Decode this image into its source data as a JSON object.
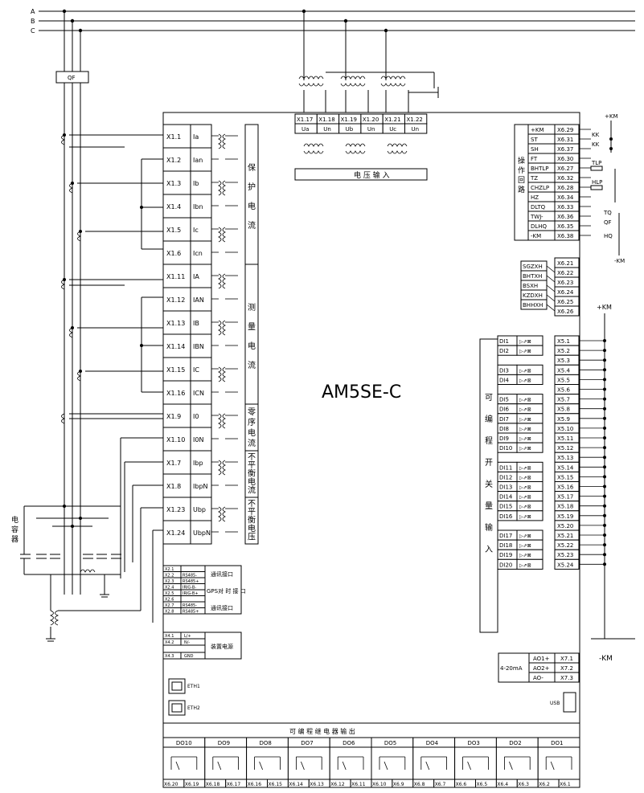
{
  "bus": [
    "A",
    "B",
    "C"
  ],
  "qf": "QF",
  "capacitor": "电容器",
  "device_model": "AM5SE-C",
  "current_terminals": [
    {
      "t": "X1.1",
      "s": "Ia"
    },
    {
      "t": "X1.2",
      "s": "Ian"
    },
    {
      "t": "X1.3",
      "s": "Ib"
    },
    {
      "t": "X1.4",
      "s": "Ibn"
    },
    {
      "t": "X1.5",
      "s": "Ic"
    },
    {
      "t": "X1.6",
      "s": "Icn"
    },
    {
      "t": "X1.11",
      "s": "IA"
    },
    {
      "t": "X1.12",
      "s": "IAN"
    },
    {
      "t": "X1.13",
      "s": "IB"
    },
    {
      "t": "X1.14",
      "s": "IBN"
    },
    {
      "t": "X1.15",
      "s": "IC"
    },
    {
      "t": "X1.16",
      "s": "ICN"
    },
    {
      "t": "X1.9",
      "s": "I0"
    },
    {
      "t": "X1.10",
      "s": "I0N"
    },
    {
      "t": "X1.7",
      "s": "Ibp"
    },
    {
      "t": "X1.8",
      "s": "IbpN"
    },
    {
      "t": "X1.23",
      "s": "Ubp"
    },
    {
      "t": "X1.24",
      "s": "UbpN"
    }
  ],
  "current_groups": [
    "保护电流",
    "测量电流",
    "零序电流",
    "不平衡电流",
    "不平衡电压"
  ],
  "voltage_terminals": [
    {
      "t": "X1.17",
      "s": "Ua"
    },
    {
      "t": "X1.18",
      "s": "Un"
    },
    {
      "t": "X1.19",
      "s": "Ub"
    },
    {
      "t": "X1.20",
      "s": "Un"
    },
    {
      "t": "X1.21",
      "s": "Uc"
    },
    {
      "t": "X1.22",
      "s": "Un"
    }
  ],
  "voltage_label": "电 压 输 入",
  "op_loop_label": "操作回路",
  "op_loop": [
    {
      "s": "+KM",
      "t": "X6.29"
    },
    {
      "s": "ST",
      "t": "X6.31"
    },
    {
      "s": "SH",
      "t": "X6.37"
    },
    {
      "s": "FT",
      "t": "X6.30"
    },
    {
      "s": "BHTLP",
      "t": "X6.27"
    },
    {
      "s": "TZ",
      "t": "X6.32"
    },
    {
      "s": "CHZLP",
      "t": "X6.28"
    },
    {
      "s": "HZ",
      "t": "X6.34"
    },
    {
      "s": "DLTQ",
      "t": "X6.33"
    },
    {
      "s": "TWJ-",
      "t": "X6.36"
    },
    {
      "s": "DLHQ",
      "t": "X6.35"
    },
    {
      "s": "-KM",
      "t": "X6.38"
    }
  ],
  "op_loop_parts": {
    "pos": "+KM",
    "neg": "-KM",
    "kk1": "KK",
    "kk2": "KK",
    "tlp": "TLP",
    "hlp": "HLP",
    "tq": "TQ",
    "qf": "QF",
    "hq": "HQ"
  },
  "signals": [
    {
      "s": "SGZXH",
      "t": "X6.22"
    },
    {
      "s": "BHTXH",
      "t": "X6.23"
    },
    {
      "s": "BSXH",
      "t": "X6.24"
    },
    {
      "s": "KZDXH",
      "t": "X6.25"
    },
    {
      "s": "BHHXH",
      "t": "X6.26"
    }
  ],
  "signals_top_terminal": "X6.21",
  "di_group": "可编程开关量输入",
  "di_items": [
    {
      "n": "DI1",
      "t": "X5.1"
    },
    {
      "n": "DI2",
      "t": "X5.2"
    },
    {
      "n": "DI3",
      "t": "X5.4"
    },
    {
      "n": "DI4",
      "t": "X5.5"
    },
    {
      "n": "DI5",
      "t": "X5.7"
    },
    {
      "n": "DI6",
      "t": "X5.8"
    },
    {
      "n": "DI7",
      "t": "X5.9"
    },
    {
      "n": "DI8",
      "t": "X5.10"
    },
    {
      "n": "DI9",
      "t": "X5.11"
    },
    {
      "n": "DI10",
      "t": "X5.12"
    },
    {
      "n": "DI11",
      "t": "X5.14"
    },
    {
      "n": "DI12",
      "t": "X5.15"
    },
    {
      "n": "DI13",
      "t": "X5.16"
    },
    {
      "n": "DI14",
      "t": "X5.17"
    },
    {
      "n": "DI15",
      "t": "X5.18"
    },
    {
      "n": "DI16",
      "t": "X5.19"
    },
    {
      "n": "DI17",
      "t": "X5.21"
    },
    {
      "n": "DI18",
      "t": "X5.22"
    },
    {
      "n": "DI19",
      "t": "X5.23"
    },
    {
      "n": "DI20",
      "t": "X5.24"
    }
  ],
  "di_commons": [
    "X5.3",
    "X5.6",
    "X5.13",
    "X5.20"
  ],
  "di_plus_km": "+KM",
  "di_minus_km": "-KM",
  "comm": [
    {
      "t": "X2.1",
      "s": ""
    },
    {
      "t": "X2.2",
      "s": "RS485-"
    },
    {
      "t": "X2.3",
      "s": "RS485+"
    },
    {
      "t": "X2.4",
      "s": "IRIG-B-"
    },
    {
      "t": "X2.5",
      "s": "IRIG-B+"
    },
    {
      "t": "X2.6",
      "s": ""
    },
    {
      "t": "X2.7",
      "s": "RS485-"
    },
    {
      "t": "X2.8",
      "s": "RS485+"
    }
  ],
  "comm_labels": [
    "通讯接口",
    "GPS对 时 接 口",
    "通讯接口"
  ],
  "power": [
    {
      "t": "X4.1",
      "s": "L/+"
    },
    {
      "t": "X4.2",
      "s": "N/-"
    },
    {
      "t": "X4.3",
      "s": "GND"
    }
  ],
  "power_label": "装置电源",
  "analog_out": [
    {
      "s": "AO1+",
      "t": "X7.1"
    },
    {
      "s": "AO2+",
      "t": "X7.2"
    },
    {
      "s": "AO-",
      "t": "X7.3"
    }
  ],
  "analog_label": "4-20mA",
  "eth": [
    "ETH1",
    "ETH2"
  ],
  "usb": "USB",
  "relay_title": "可 编 程 继 电 器 输 出",
  "relay_outputs": [
    {
      "n": "DO10",
      "t": [
        "X6.20",
        "X6.19"
      ]
    },
    {
      "n": "DO9",
      "t": [
        "X6.18",
        "X6.17"
      ]
    },
    {
      "n": "DO8",
      "t": [
        "X6.16",
        "X6.15"
      ]
    },
    {
      "n": "DO7",
      "t": [
        "X6.14",
        "X6.13"
      ]
    },
    {
      "n": "DO6",
      "t": [
        "X6.12",
        "X6.11"
      ]
    },
    {
      "n": "DO5",
      "t": [
        "X6.10",
        "X6.9"
      ]
    },
    {
      "n": "DO4",
      "t": [
        "X6.8",
        "X6.7"
      ]
    },
    {
      "n": "DO3",
      "t": [
        "X6.6",
        "X6.5"
      ]
    },
    {
      "n": "DO2",
      "t": [
        "X6.4",
        "X6.3"
      ]
    },
    {
      "n": "DO1",
      "t": [
        "X6.2",
        "X6.1"
      ]
    }
  ]
}
